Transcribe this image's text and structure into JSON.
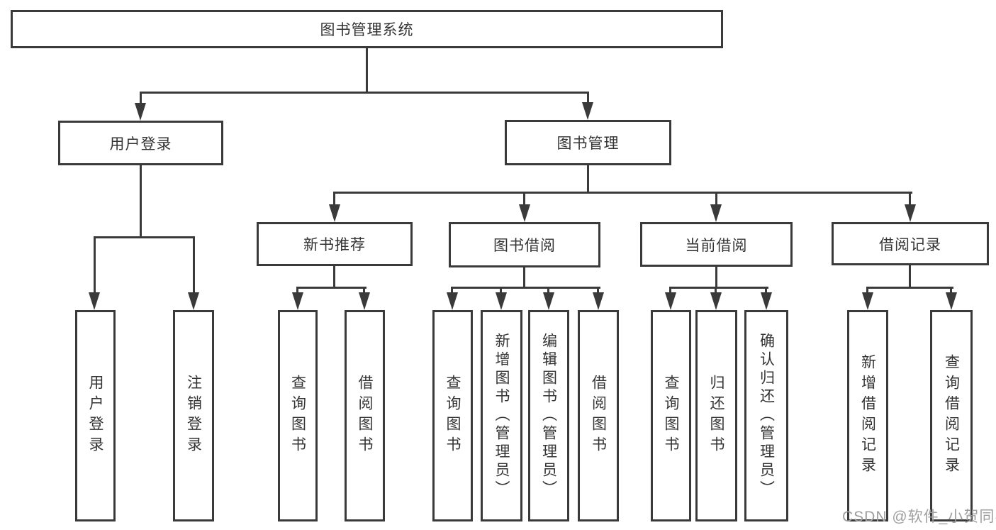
{
  "diagram_title": "图书管理系统",
  "nodes": {
    "root": "图书管理系统",
    "user_login": "用户登录",
    "book_mgmt": "图书管理",
    "new_book_rec": "新书推荐",
    "book_borrow": "图书借阅",
    "current_borrow": "当前借阅",
    "borrow_records": "借阅记录",
    "leaf_user_login": "用户登录",
    "leaf_logout": "注销登录",
    "leaf_query_book_rec": "查询图书",
    "leaf_borrow_book_rec": "借阅图书",
    "leaf_query_book_borrow": "查询图书",
    "leaf_add_book_admin": "新增图书（管理员）",
    "leaf_edit_book_admin": "编辑图书（管理员）",
    "leaf_borrow_book_borrow": "借阅图书",
    "leaf_query_book_current": "查询图书",
    "leaf_return_book": "归还图书",
    "leaf_confirm_return_admin": "确认归还（管理员）",
    "leaf_add_borrow_record": "新增借阅记录",
    "leaf_query_borrow_record": "查询借阅记录"
  },
  "hierarchy": {
    "图书管理系统": {
      "用户登录": [
        "用户登录",
        "注销登录"
      ],
      "图书管理": {
        "新书推荐": [
          "查询图书",
          "借阅图书"
        ],
        "图书借阅": [
          "查询图书",
          "新增图书（管理员）",
          "编辑图书（管理员）",
          "借阅图书"
        ],
        "当前借阅": [
          "查询图书",
          "归还图书",
          "确认归还（管理员）"
        ],
        "借阅记录": [
          "新增借阅记录",
          "查询借阅记录"
        ]
      }
    }
  },
  "watermark": "CSDN @软件_小贺同学",
  "colors": {
    "line": "#3a3a3a",
    "text": "#333333",
    "watermark": "#9e9e9e",
    "background": "#ffffff"
  }
}
